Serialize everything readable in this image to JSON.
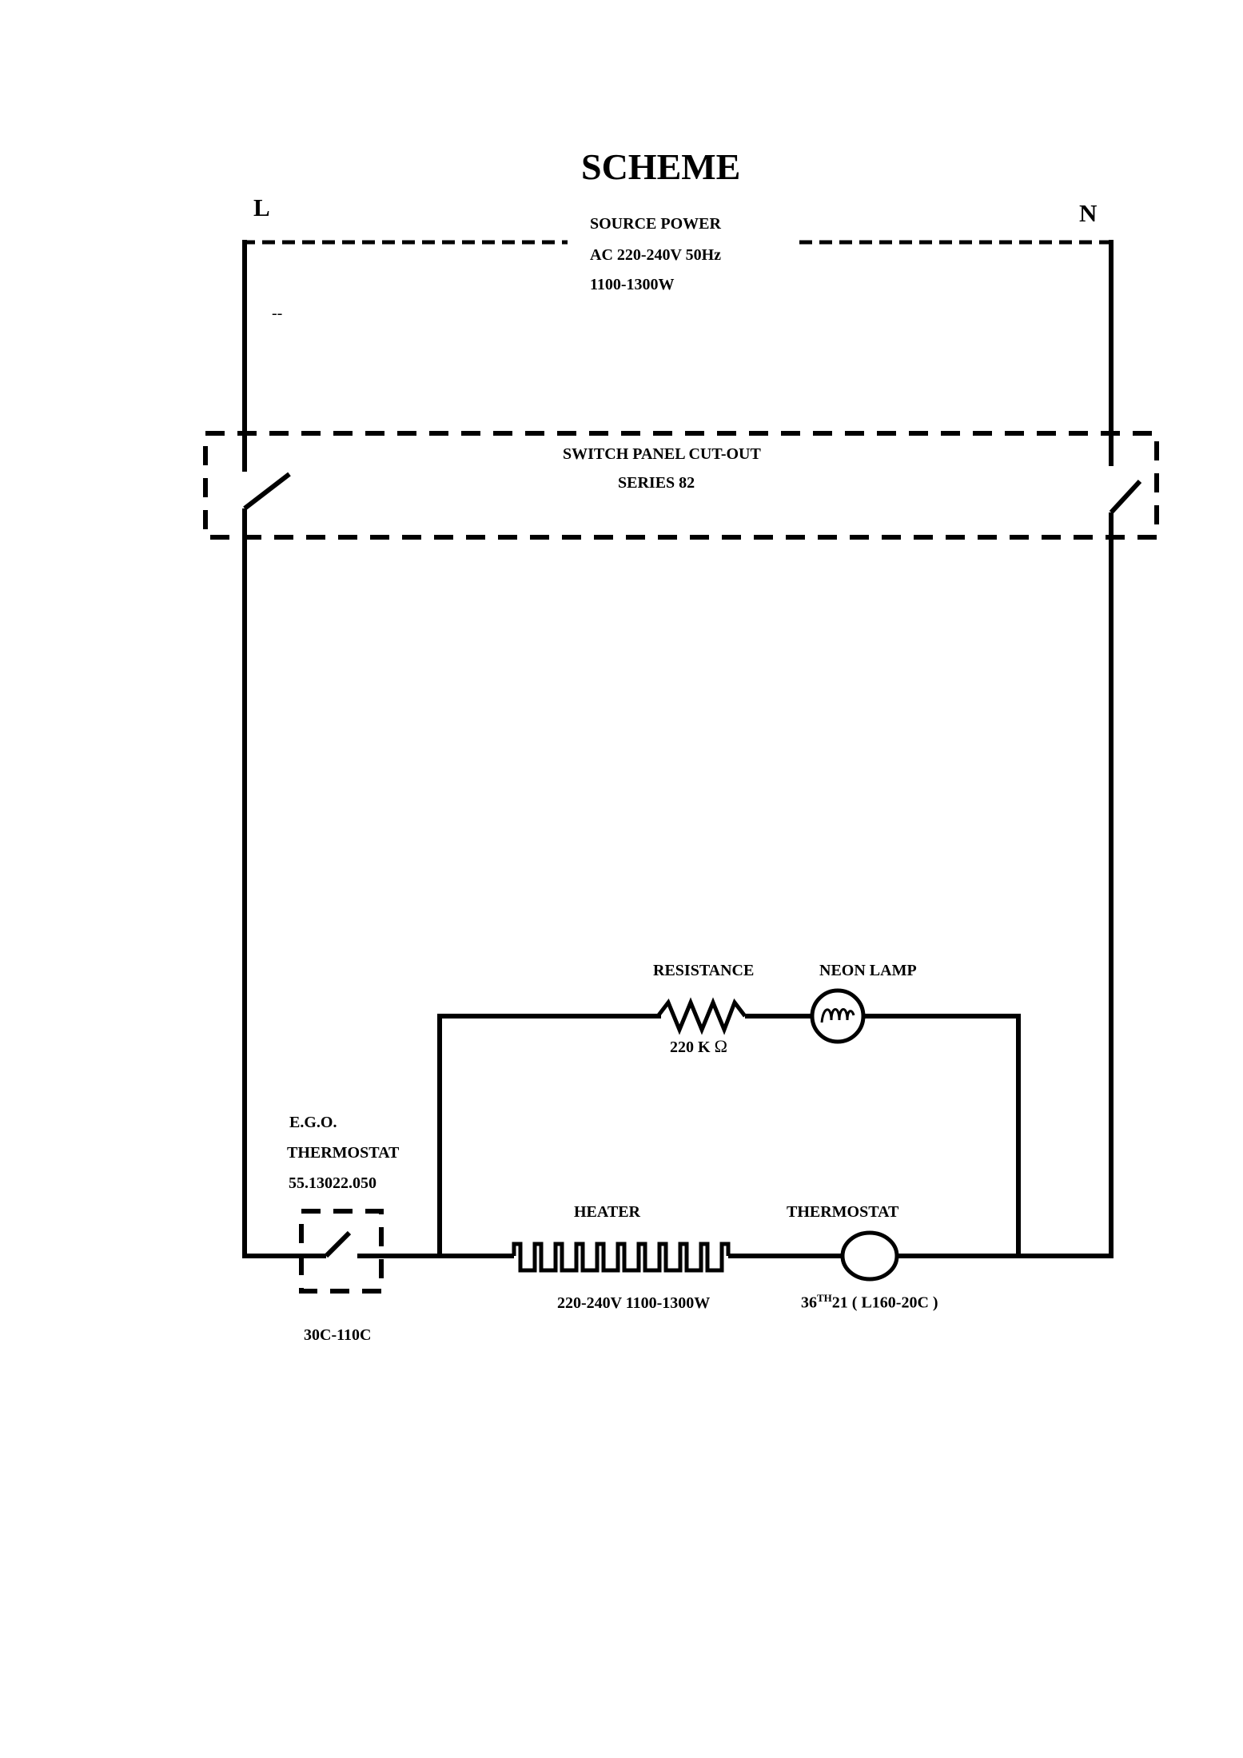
{
  "diagram": {
    "title": "SCHEME",
    "terminals": {
      "line": "L",
      "neutral": "N"
    },
    "source_power": {
      "line1": "SOURCE POWER",
      "line2": "AC 220-240V 50Hz",
      "line3": "1100-1300W",
      "mark": "--"
    },
    "switch_panel": {
      "line1": "SWITCH PANEL CUT-OUT",
      "line2": "SERIES 82"
    },
    "resistance": {
      "label": "RESISTANCE",
      "value": "220 K",
      "unit": "Ω"
    },
    "neon_lamp": {
      "label": "NEON LAMP"
    },
    "ego_thermostat": {
      "line1": "E.G.O.",
      "line2": "THERMOSTAT",
      "line3": "55.13022.050",
      "range": "30C-110C"
    },
    "heater": {
      "label": "HEATER",
      "rating": "220-240V 1100-1300W"
    },
    "thermostat": {
      "label": "THERMOSTAT",
      "value_prefix": "36",
      "value_sup": "TH",
      "value_suffix": "21 ( L160-20C )"
    }
  }
}
